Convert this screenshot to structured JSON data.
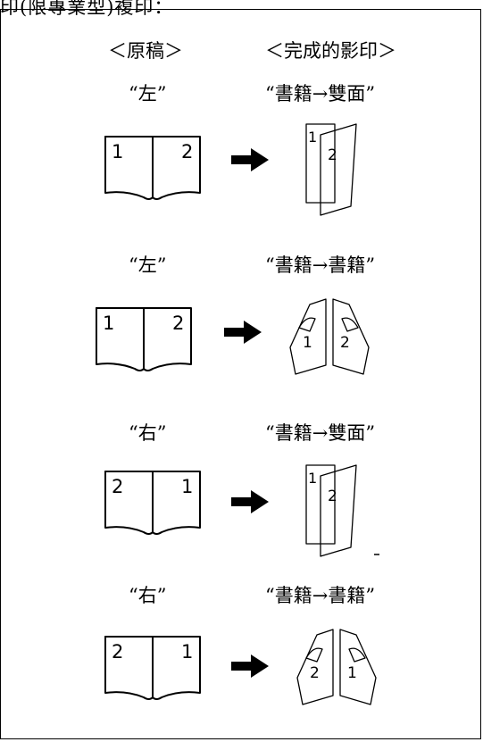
{
  "caption_top": "印(限專業型)複印：",
  "headers": {
    "original": "＜原稿＞",
    "finished": "＜完成的影印＞"
  },
  "rows": [
    {
      "orientation": "“左”",
      "mode": "“書籍→雙面”",
      "original_pages": [
        "1",
        "2"
      ],
      "finished_pages": [
        "1",
        "2"
      ]
    },
    {
      "orientation": "“左”",
      "mode": "“書籍→書籍”",
      "original_pages": [
        "1",
        "2"
      ],
      "finished_pages": [
        "1",
        "2"
      ]
    },
    {
      "orientation": "“右”",
      "mode": "“書籍→雙面”",
      "original_pages": [
        "2",
        "1"
      ],
      "finished_pages": [
        "1",
        "2"
      ]
    },
    {
      "orientation": "“右”",
      "mode": "“書籍→書籍”",
      "original_pages": [
        "2",
        "1"
      ],
      "finished_pages": [
        "2",
        "1"
      ]
    }
  ],
  "icons": {
    "arrow": "right-arrow-icon",
    "open_book": "open-book-icon",
    "duplex_sheet": "folded-sheet-icon",
    "booklet": "booklet-icon"
  }
}
